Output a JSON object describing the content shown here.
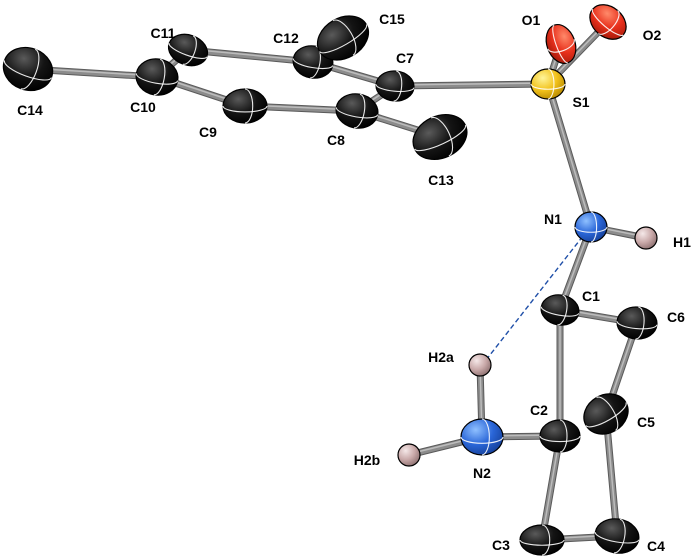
{
  "diagram": {
    "atoms": [
      {
        "id": "C14",
        "label": "C14",
        "element": "C",
        "color": "#141414"
      },
      {
        "id": "C10",
        "label": "C10",
        "element": "C",
        "color": "#141414"
      },
      {
        "id": "C11",
        "label": "C11",
        "element": "C",
        "color": "#141414"
      },
      {
        "id": "C12",
        "label": "C12",
        "element": "C",
        "color": "#141414"
      },
      {
        "id": "C15",
        "label": "C15",
        "element": "C",
        "color": "#141414"
      },
      {
        "id": "C9",
        "label": "C9",
        "element": "C",
        "color": "#141414"
      },
      {
        "id": "C8",
        "label": "C8",
        "element": "C",
        "color": "#141414"
      },
      {
        "id": "C7",
        "label": "C7",
        "element": "C",
        "color": "#141414"
      },
      {
        "id": "C13",
        "label": "C13",
        "element": "C",
        "color": "#141414"
      },
      {
        "id": "S1",
        "label": "S1",
        "element": "S",
        "color": "#f2c21b"
      },
      {
        "id": "O1",
        "label": "O1",
        "element": "O",
        "color": "#e8301c"
      },
      {
        "id": "O2",
        "label": "O2",
        "element": "O",
        "color": "#e8301c"
      },
      {
        "id": "N1",
        "label": "N1",
        "element": "N",
        "color": "#2a66d8"
      },
      {
        "id": "H1",
        "label": "H1",
        "element": "H",
        "color": "#c9a9a9"
      },
      {
        "id": "C1",
        "label": "C1",
        "element": "C",
        "color": "#141414"
      },
      {
        "id": "C6",
        "label": "C6",
        "element": "C",
        "color": "#141414"
      },
      {
        "id": "H2a",
        "label": "H2a",
        "element": "H",
        "color": "#c9a9a9"
      },
      {
        "id": "C2",
        "label": "C2",
        "element": "C",
        "color": "#141414"
      },
      {
        "id": "C5",
        "label": "C5",
        "element": "C",
        "color": "#141414"
      },
      {
        "id": "N2",
        "label": "N2",
        "element": "N",
        "color": "#2a66d8"
      },
      {
        "id": "H2b",
        "label": "H2b",
        "element": "H",
        "color": "#c9a9a9"
      },
      {
        "id": "C3",
        "label": "C3",
        "element": "C",
        "color": "#141414"
      },
      {
        "id": "C4",
        "label": "C4",
        "element": "C",
        "color": "#141414"
      }
    ],
    "bonds": [
      {
        "a": "C14",
        "b": "C10"
      },
      {
        "a": "C10",
        "b": "C11"
      },
      {
        "a": "C10",
        "b": "C9"
      },
      {
        "a": "C11",
        "b": "C12"
      },
      {
        "a": "C12",
        "b": "C15"
      },
      {
        "a": "C12",
        "b": "C7"
      },
      {
        "a": "C9",
        "b": "C8"
      },
      {
        "a": "C8",
        "b": "C7"
      },
      {
        "a": "C8",
        "b": "C13"
      },
      {
        "a": "C7",
        "b": "S1"
      },
      {
        "a": "S1",
        "b": "O1"
      },
      {
        "a": "S1",
        "b": "O2"
      },
      {
        "a": "S1",
        "b": "N1"
      },
      {
        "a": "N1",
        "b": "H1"
      },
      {
        "a": "N1",
        "b": "C1"
      },
      {
        "a": "C1",
        "b": "C6"
      },
      {
        "a": "C1",
        "b": "C2"
      },
      {
        "a": "C6",
        "b": "C5"
      },
      {
        "a": "C5",
        "b": "C4"
      },
      {
        "a": "C4",
        "b": "C3"
      },
      {
        "a": "C3",
        "b": "C2"
      },
      {
        "a": "C2",
        "b": "N2"
      },
      {
        "a": "N2",
        "b": "H2a"
      },
      {
        "a": "N2",
        "b": "H2b"
      }
    ],
    "hbonds": [
      {
        "a": "H2a",
        "b": "N1",
        "color": "#1f4fa8"
      }
    ],
    "colors": {
      "bond": "#8c8c8c",
      "ellipsoid_line": "#ffffff"
    }
  }
}
